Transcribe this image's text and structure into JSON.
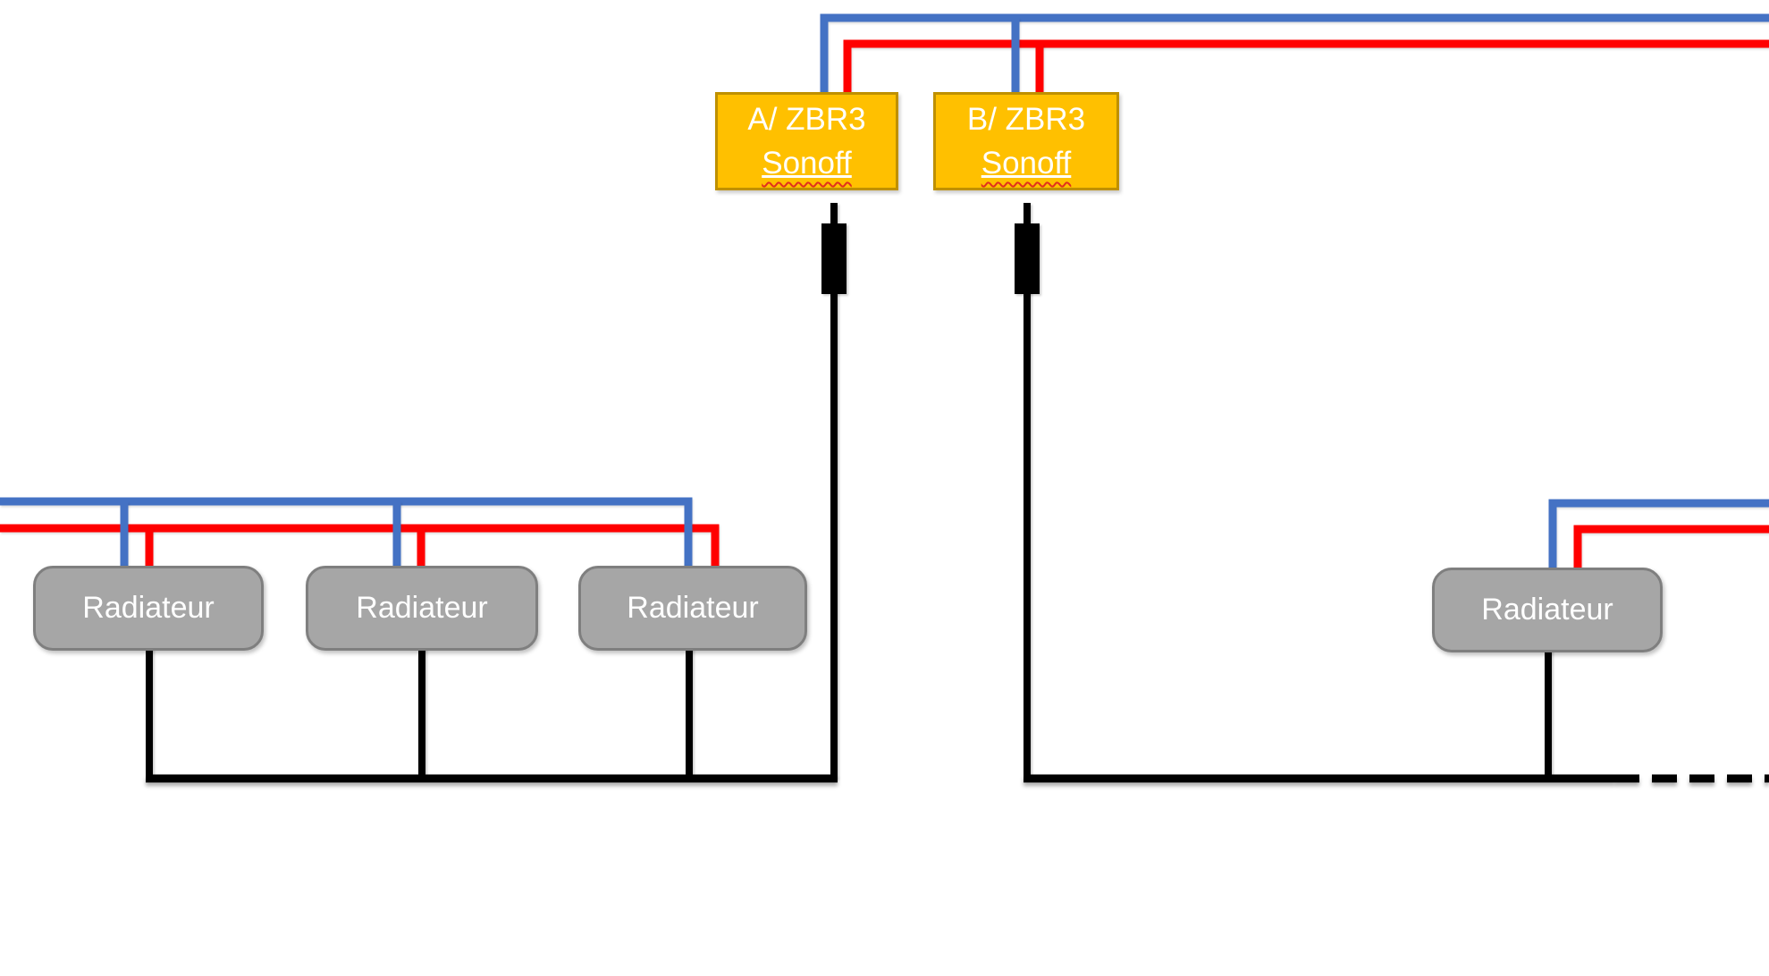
{
  "devices": [
    {
      "name": "A/ ZBR3",
      "brand": "Sonoff"
    },
    {
      "name": "B/ ZBR3",
      "brand": "Sonoff"
    }
  ],
  "radiators": [
    {
      "label": "Radiateur"
    },
    {
      "label": "Radiateur"
    },
    {
      "label": "Radiateur"
    },
    {
      "label": "Radiateur"
    }
  ],
  "colors": {
    "wire_blue": "#4472C4",
    "wire_red": "#FF0000",
    "wire_black": "#000000",
    "device_fill": "#FFC000",
    "device_border": "#BF9000",
    "device_text": "#FFFFFF",
    "radiator_fill": "#A6A6A6",
    "radiator_border": "#7F7F7F",
    "radiator_text": "#FFFFFF",
    "spellcheck_underline": "#E0301E",
    "background": "#FFFFFF"
  }
}
